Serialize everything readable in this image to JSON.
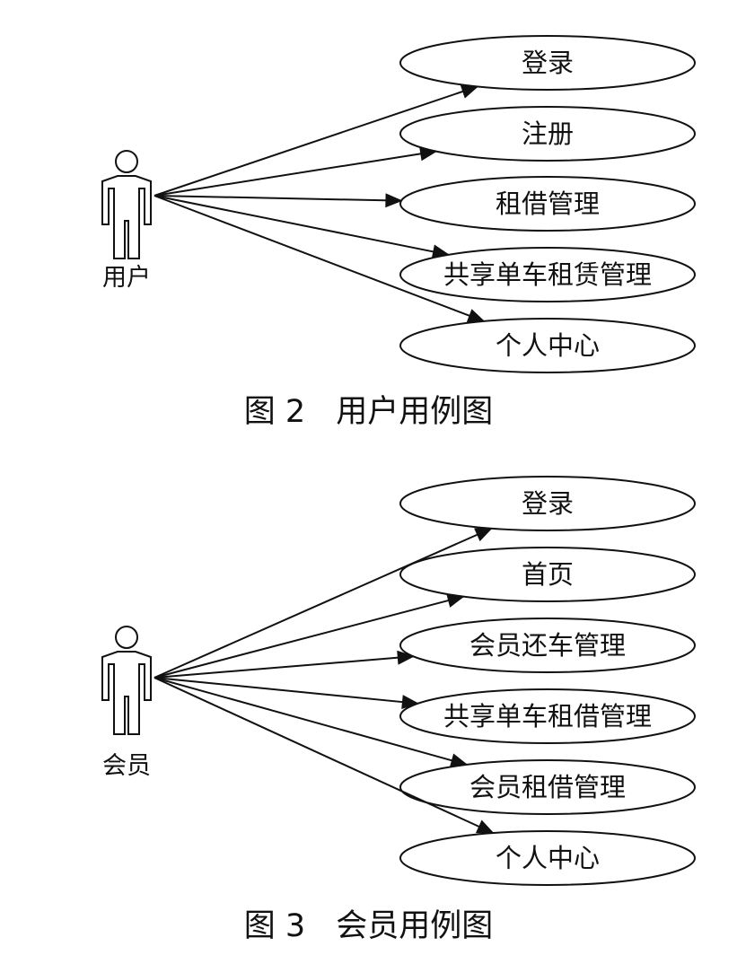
{
  "diagrams": [
    {
      "actor": "用户",
      "use_cases": [
        "登录",
        "注册",
        "租借管理",
        "共享单车租赁管理",
        "个人中心"
      ],
      "caption_number": "图 2",
      "caption_title": "用户用例图"
    },
    {
      "actor": "会员",
      "use_cases": [
        "登录",
        "首页",
        "会员还车管理",
        "共享单车租借管理",
        "会员租借管理",
        "个人中心"
      ],
      "caption_number": "图 3",
      "caption_title": "会员用例图"
    }
  ],
  "colors": {
    "line": "#111111",
    "background": "#ffffff"
  }
}
